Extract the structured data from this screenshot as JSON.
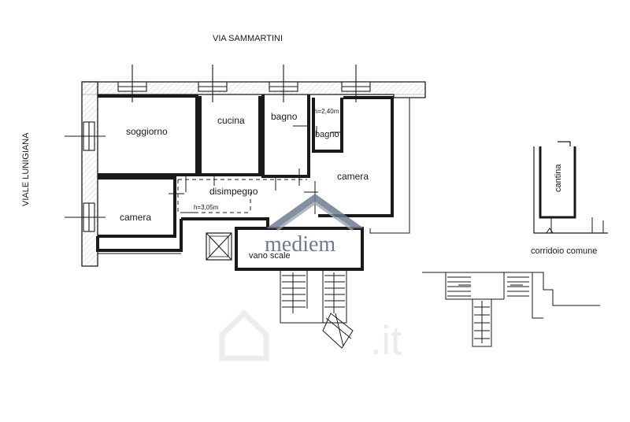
{
  "plan": {
    "street_top": "VIA SAMMARTINI",
    "street_left": "VIALE LUNIGIANA",
    "rooms": {
      "soggiorno": "soggiorno",
      "cucina": "cucina",
      "bagno1": "bagno",
      "bagno2": "bagno",
      "camera_right": "camera",
      "disimpegno": "disimpegno",
      "camera_left": "camera",
      "vano_scale": "vano scale"
    },
    "heights": {
      "h1": "h=2,40m",
      "h2": "h=3,05m"
    },
    "cellar": {
      "cantina": "cantina",
      "corridoio": "corridoio comune"
    }
  },
  "watermark": {
    "brand": "mediem",
    "site": ".it"
  },
  "colors": {
    "line": "#1a1a1a",
    "logo": "#6e7c8f",
    "watermark": "#e9e9e9"
  }
}
